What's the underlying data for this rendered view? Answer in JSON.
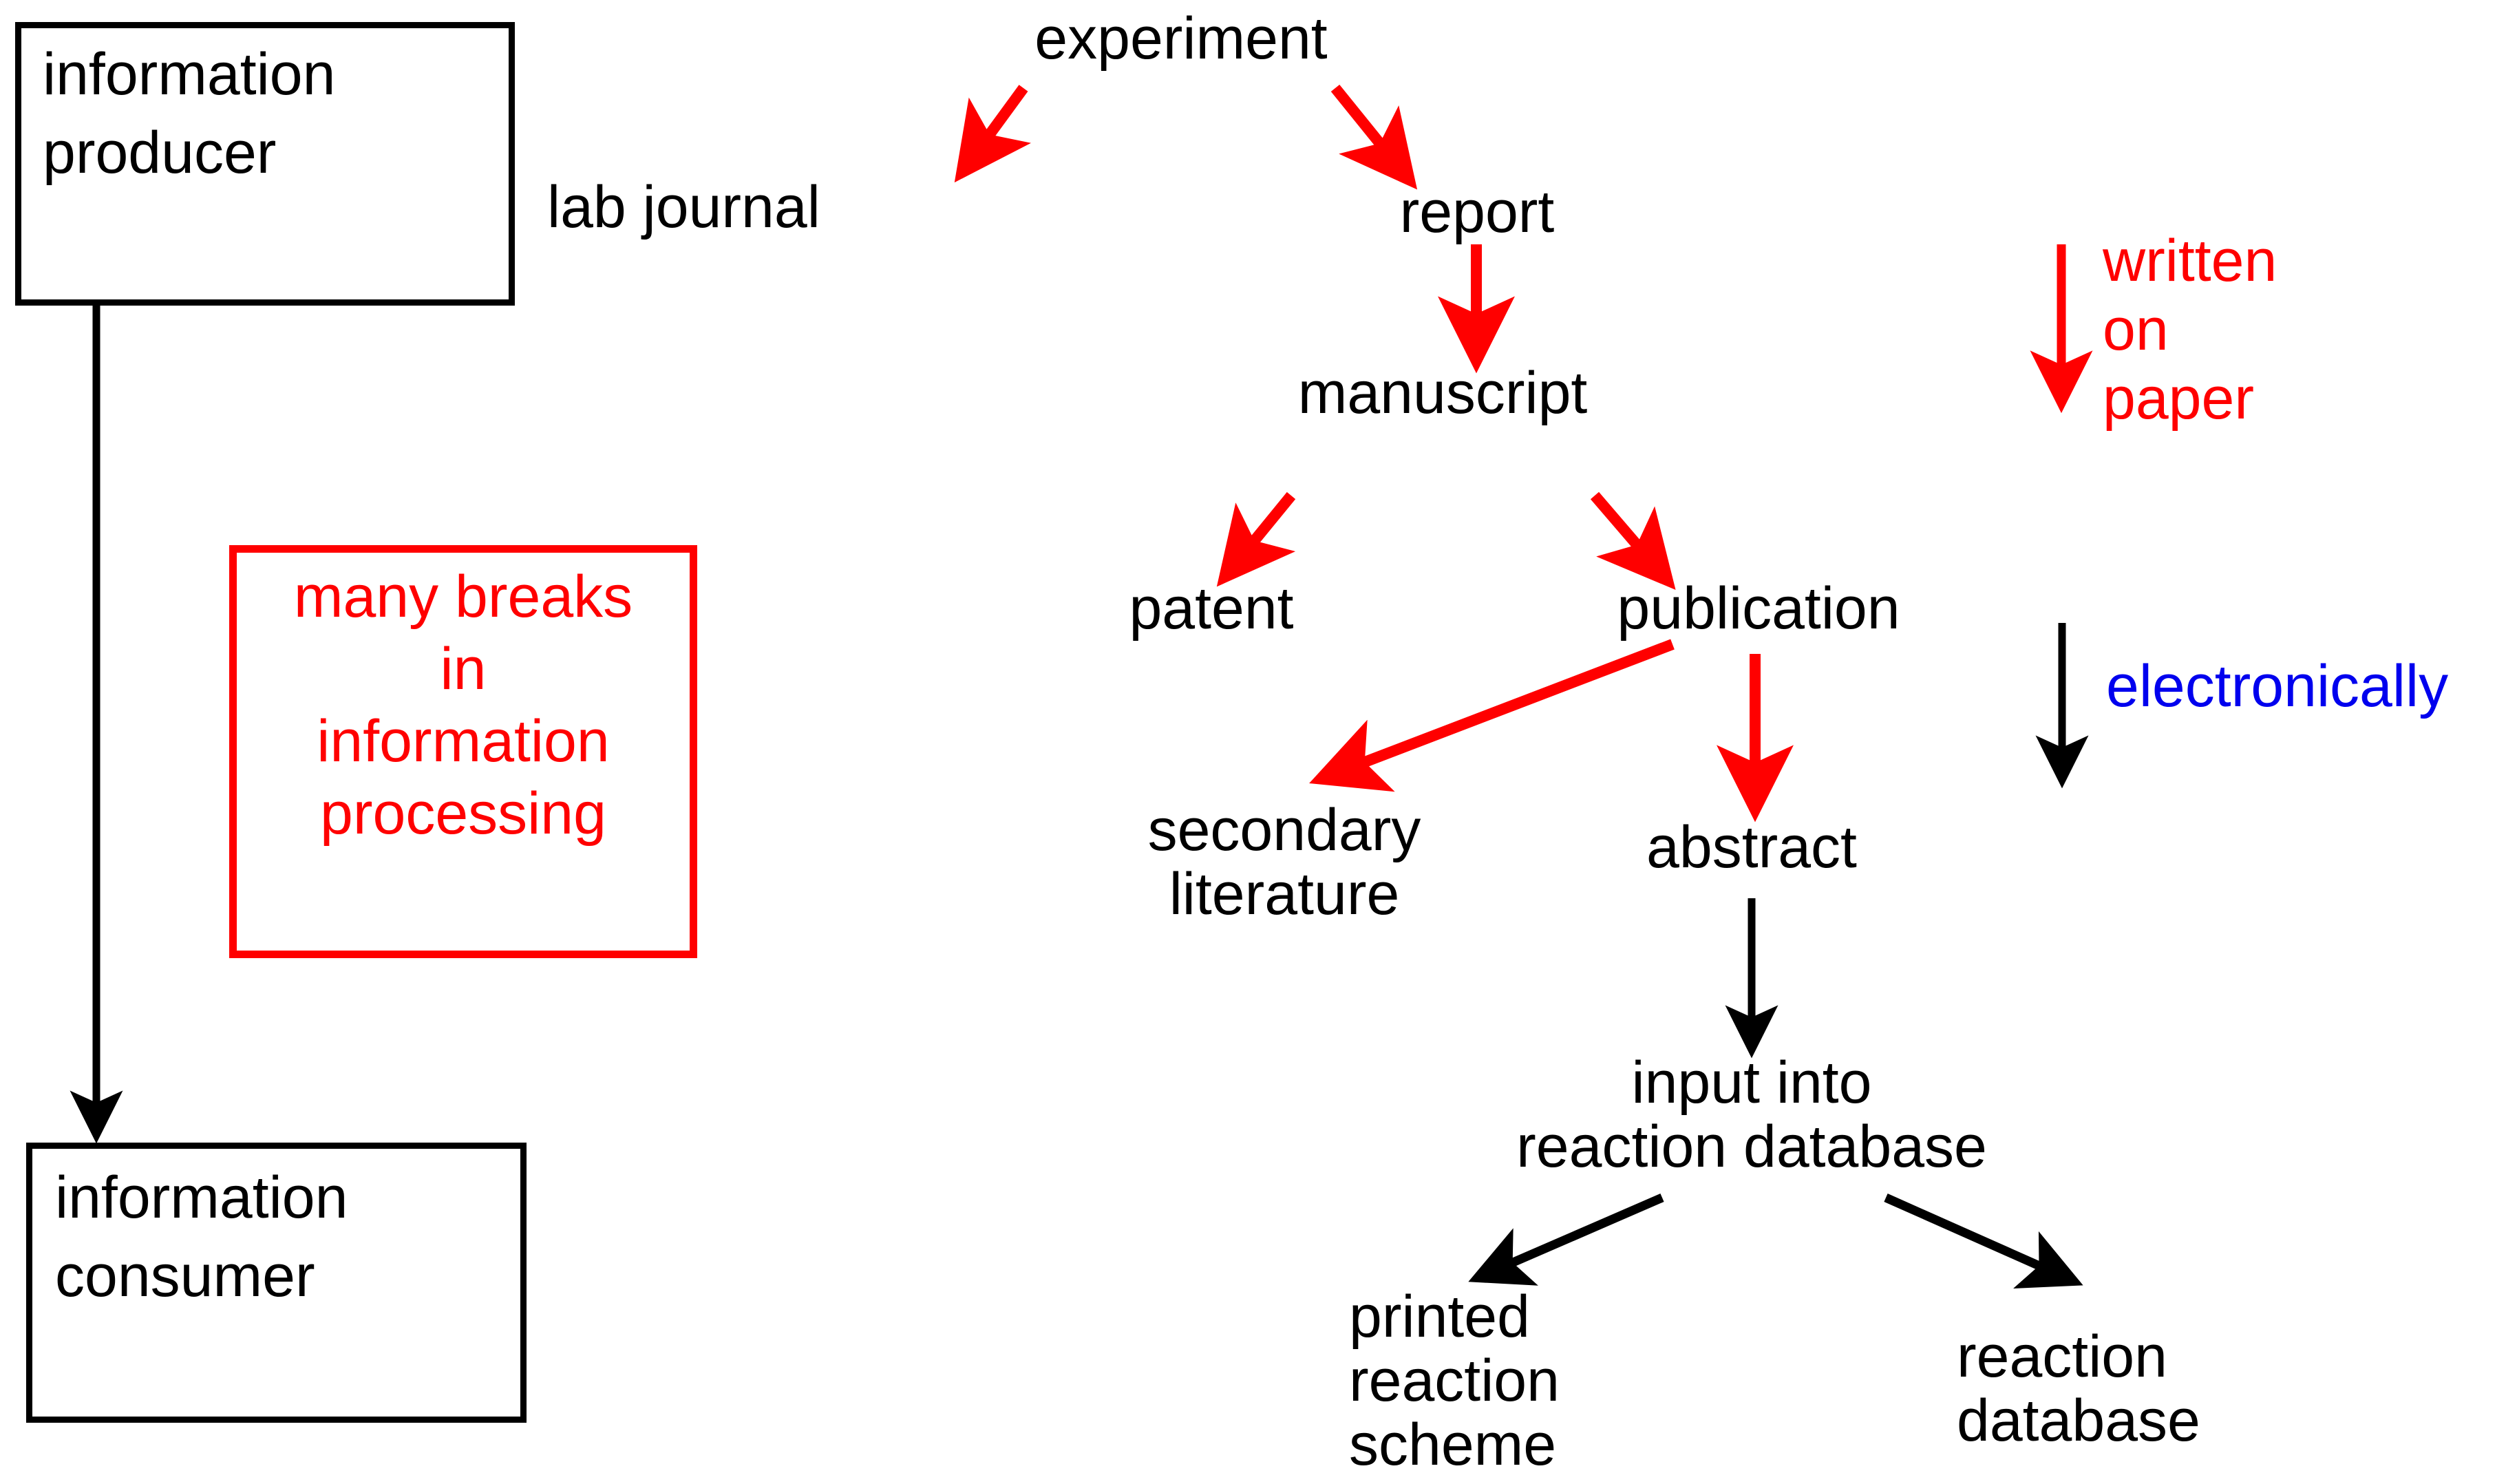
{
  "diagram": {
    "title": "information flow from experiment to reaction database",
    "colors": {
      "black": "#000000",
      "red": "#ff0000",
      "blue": "#0000ee",
      "background": "#ffffff"
    },
    "boxes": [
      {
        "id": "information-producer",
        "label": "information\nproducer",
        "border_color": "#000000"
      },
      {
        "id": "information-consumer",
        "label": "information\nconsumer",
        "border_color": "#000000"
      },
      {
        "id": "many-breaks",
        "label": "many breaks\nin\ninformation\nprocessing",
        "border_color": "#ff0000",
        "text_color": "#ff0000"
      }
    ],
    "nodes": [
      {
        "id": "experiment",
        "label": "experiment"
      },
      {
        "id": "lab-journal",
        "label": "lab journal"
      },
      {
        "id": "report",
        "label": "report"
      },
      {
        "id": "manuscript",
        "label": "manuscript"
      },
      {
        "id": "patent",
        "label": "patent"
      },
      {
        "id": "publication",
        "label": "publication"
      },
      {
        "id": "secondary-literature",
        "label": "secondary\nliterature"
      },
      {
        "id": "abstract",
        "label": "abstract"
      },
      {
        "id": "input-into-reaction-database",
        "label": "input into\nreaction database"
      },
      {
        "id": "printed-reaction-scheme",
        "label": "printed\nreaction\nscheme"
      },
      {
        "id": "reaction-database",
        "label": "reaction\ndatabase"
      }
    ],
    "annotations": [
      {
        "id": "written-on-paper",
        "label": "written\non\npaper",
        "color": "#ff0000",
        "arrow_color": "#ff0000"
      },
      {
        "id": "electronically",
        "label": "electronically",
        "color": "#0000ee",
        "arrow_color": "#000000"
      }
    ],
    "edges": [
      {
        "from": "experiment",
        "to": "lab-journal",
        "color": "#ff0000"
      },
      {
        "from": "experiment",
        "to": "report",
        "color": "#ff0000"
      },
      {
        "from": "report",
        "to": "manuscript",
        "color": "#ff0000"
      },
      {
        "from": "manuscript",
        "to": "patent",
        "color": "#ff0000"
      },
      {
        "from": "manuscript",
        "to": "publication",
        "color": "#ff0000"
      },
      {
        "from": "publication",
        "to": "secondary-literature",
        "color": "#ff0000"
      },
      {
        "from": "publication",
        "to": "abstract",
        "color": "#ff0000"
      },
      {
        "from": "abstract",
        "to": "input-into-reaction-database",
        "color": "#000000"
      },
      {
        "from": "input-into-reaction-database",
        "to": "printed-reaction-scheme",
        "color": "#000000"
      },
      {
        "from": "input-into-reaction-database",
        "to": "reaction-database",
        "color": "#000000"
      },
      {
        "from": "information-producer",
        "to": "information-consumer",
        "color": "#000000"
      }
    ]
  }
}
